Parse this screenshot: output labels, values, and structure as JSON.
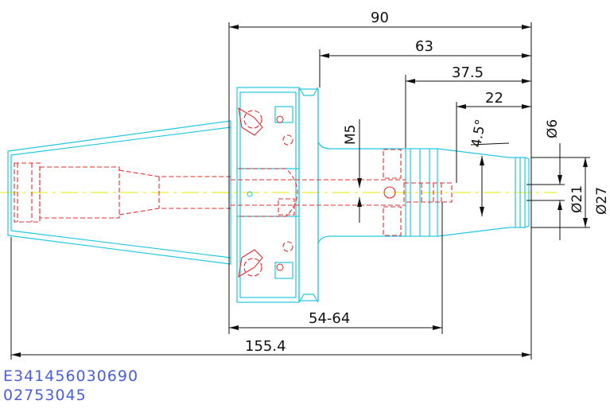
{
  "drawing": {
    "part_code": "E341456030690",
    "part_number": "02753045"
  },
  "dimensions": {
    "overall_length_partial": "90",
    "to_flange": "63",
    "to_body": "37.5",
    "nose": "22",
    "taper_angle": "4.5°",
    "thread": "M5",
    "bore_diameter": "Ø6",
    "inner_diameter": "Ø21",
    "outer_diameter": "Ø27",
    "adjust_range": "54-64",
    "total_length": "155.4"
  },
  "colors": {
    "outline": "#22c7e0",
    "hidden": "#e03030",
    "centerline": "#e8e800",
    "dimension": "#111111",
    "code_text": "#4b5fd6"
  }
}
